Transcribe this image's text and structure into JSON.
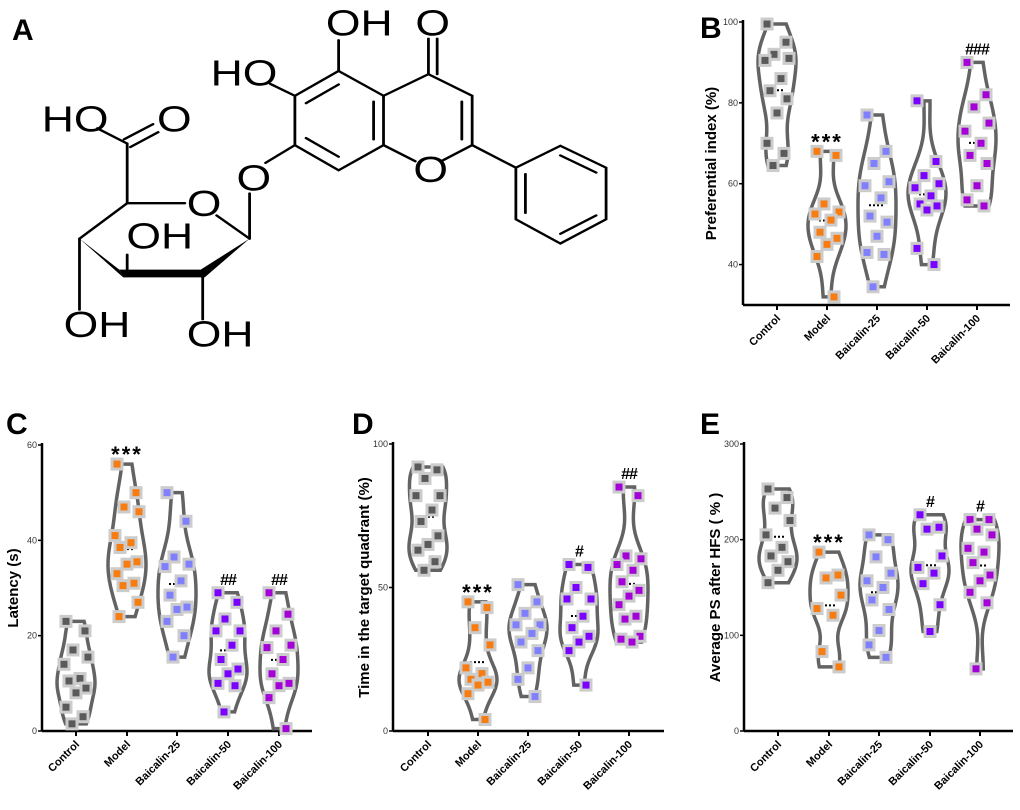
{
  "panels": {
    "a": "A",
    "b": "B",
    "c": "C",
    "d": "D",
    "e": "E"
  },
  "structure": {
    "name_labels": {
      "oh_top": "OH",
      "o_carbonyl": "O",
      "ho_c6": "HO",
      "o_ring": "O",
      "o_glycosidic": "O",
      "ho_acid": "HO",
      "o_acid": "O",
      "o_sugar": "O",
      "oh_c3": "OH",
      "oh_c4": "OH",
      "oh_c2": "OH"
    }
  },
  "colors": {
    "Control": "#5a5a5a",
    "Model": "#f77d12",
    "Baicalin-25": "#8080ff",
    "Baicalin-50": "#7a00ff",
    "Baicalin-100": "#a400d8",
    "violin": "#636363",
    "marker_border": "#cccccc"
  },
  "chart_data": [
    {
      "id": "B",
      "type": "scatter",
      "subtype": "violin",
      "ylabel": "Preferential index (%)",
      "ylim": [
        30,
        100
      ],
      "yticks": [
        40,
        60,
        80,
        100
      ],
      "categories": [
        "Control",
        "Model",
        "Baicalin-25",
        "Baicalin-50",
        "Baicalin-100"
      ],
      "series": [
        {
          "name": "Control",
          "values": [
            99.5,
            95,
            92,
            91,
            90.5,
            86,
            83,
            81,
            77.5,
            70,
            67.5,
            64.5
          ]
        },
        {
          "name": "Model",
          "values": [
            68,
            67,
            55,
            53,
            52.5,
            51,
            48,
            46.5,
            45,
            42,
            32
          ]
        },
        {
          "name": "Baicalin-25",
          "values": [
            77,
            68,
            65,
            60.5,
            59.5,
            56.5,
            52,
            50.5,
            47,
            43,
            42.5,
            34.5
          ]
        },
        {
          "name": "Baicalin-50",
          "values": [
            80.5,
            65.5,
            62,
            60,
            59,
            57,
            55,
            54.5,
            53.5,
            44,
            40
          ]
        },
        {
          "name": "Baicalin-100",
          "values": [
            90,
            82,
            79,
            75,
            73,
            70,
            67,
            65,
            59.5,
            56,
            54.5
          ]
        }
      ],
      "annotations": [
        {
          "category": "Model",
          "text": "***"
        },
        {
          "category": "Baicalin-100",
          "text": "###"
        }
      ]
    },
    {
      "id": "C",
      "type": "scatter",
      "subtype": "violin",
      "ylabel": "Latency (s)",
      "ylim": [
        0,
        60
      ],
      "yticks": [
        0,
        20,
        40,
        60
      ],
      "categories": [
        "Control",
        "Model",
        "Baicalin-25",
        "Baicalin-50",
        "Baicalin-100"
      ],
      "series": [
        {
          "name": "Control",
          "values": [
            23,
            21,
            17,
            15.5,
            14,
            11,
            10.5,
            9,
            8,
            5,
            3,
            1.5
          ]
        },
        {
          "name": "Model",
          "values": [
            56,
            50,
            47,
            46,
            41,
            39.5,
            38.5,
            35.5,
            35,
            33,
            31,
            30.5,
            27,
            24
          ]
        },
        {
          "name": "Baicalin-25",
          "values": [
            50,
            44,
            36.5,
            35,
            34.5,
            31.5,
            28.5,
            26,
            25.5,
            23,
            20,
            15.5
          ]
        },
        {
          "name": "Baicalin-50",
          "values": [
            29,
            27,
            23.5,
            21,
            21,
            18,
            15,
            13,
            12,
            10,
            9.5,
            4
          ]
        },
        {
          "name": "Baicalin-100",
          "values": [
            29,
            24.5,
            21,
            18,
            17.5,
            15,
            12,
            10,
            9.5,
            7,
            0.5
          ]
        }
      ],
      "annotations": [
        {
          "category": "Model",
          "text": "***"
        },
        {
          "category": "Baicalin-50",
          "text": "##"
        },
        {
          "category": "Baicalin-100",
          "text": "##"
        }
      ]
    },
    {
      "id": "D",
      "type": "scatter",
      "subtype": "violin",
      "ylabel": "Time in the target quadrant (%)",
      "ylim": [
        0,
        100
      ],
      "yticks": [
        0,
        50,
        100
      ],
      "categories": [
        "Control",
        "Model",
        "Baicalin-25",
        "Baicalin-50",
        "Baicalin-100"
      ],
      "series": [
        {
          "name": "Control",
          "values": [
            92,
            91,
            88,
            82,
            82,
            77,
            73,
            68,
            65,
            63,
            59,
            56
          ]
        },
        {
          "name": "Model",
          "values": [
            45,
            43,
            36,
            30,
            22,
            20,
            18,
            17,
            16,
            13,
            4
          ]
        },
        {
          "name": "Baicalin-25",
          "values": [
            51,
            45,
            41,
            37,
            37,
            34,
            31,
            28,
            22,
            18,
            12
          ]
        },
        {
          "name": "Baicalin-50",
          "values": [
            58,
            57,
            50,
            46,
            46,
            40,
            36,
            33,
            31,
            28,
            16
          ]
        },
        {
          "name": "Baicalin-100",
          "values": [
            85,
            82,
            61,
            60,
            58,
            56,
            52,
            49,
            47,
            44,
            40,
            39,
            33,
            32,
            31
          ]
        }
      ],
      "annotations": [
        {
          "category": "Model",
          "text": "***"
        },
        {
          "category": "Baicalin-50",
          "text": "#"
        },
        {
          "category": "Baicalin-100",
          "text": "##"
        }
      ]
    },
    {
      "id": "E",
      "type": "scatter",
      "subtype": "violin",
      "ylabel": "Average PS after HFS ( % )",
      "ylim": [
        0,
        300
      ],
      "yticks": [
        0,
        100,
        200,
        300
      ],
      "categories": [
        "Control",
        "Model",
        "Baicalin-25",
        "Baicalin-50",
        "Baicalin-100"
      ],
      "series": [
        {
          "name": "Control",
          "values": [
            253,
            244,
            233,
            220,
            205,
            192,
            183,
            177,
            168,
            155
          ]
        },
        {
          "name": "Model",
          "values": [
            187,
            163,
            160,
            142,
            128,
            121,
            83,
            67
          ]
        },
        {
          "name": "Baicalin-25",
          "values": [
            205,
            200,
            182,
            165,
            157,
            150,
            137,
            127,
            105,
            90,
            77
          ]
        },
        {
          "name": "Baicalin-50",
          "values": [
            226,
            213,
            211,
            183,
            171,
            165,
            154,
            132,
            104
          ]
        },
        {
          "name": "Baicalin-100",
          "values": [
            221,
            221,
            211,
            205,
            191,
            187,
            176,
            163,
            157,
            145,
            134,
            65
          ]
        }
      ],
      "annotations": [
        {
          "category": "Model",
          "text": "***"
        },
        {
          "category": "Baicalin-50",
          "text": "#"
        },
        {
          "category": "Baicalin-100",
          "text": "#"
        }
      ]
    }
  ]
}
